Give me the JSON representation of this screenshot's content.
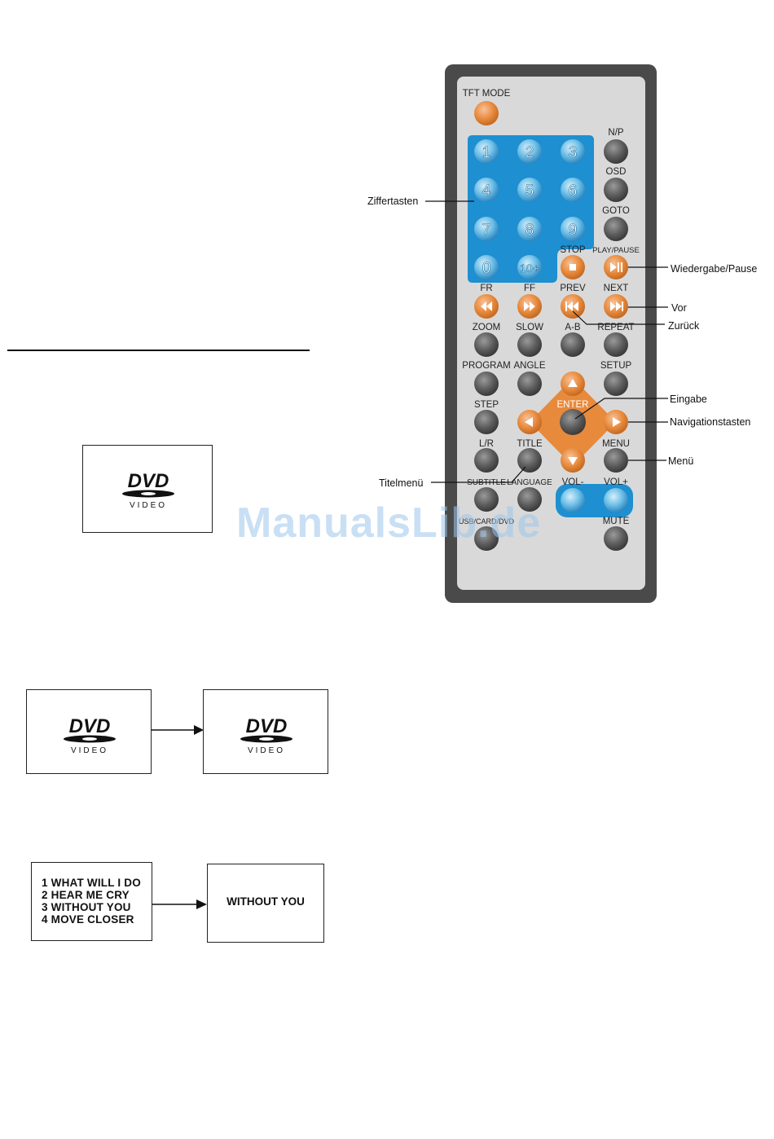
{
  "dvd_logo": {
    "title": "DVD",
    "subtitle": "VIDEO"
  },
  "remote": {
    "labels": {
      "tft_mode": "TFT MODE",
      "np": "N/P",
      "osd": "OSD",
      "goto": "GOTO",
      "stop": "STOP",
      "play_pause": "PLAY/PAUSE",
      "fr": "FR",
      "ff": "FF",
      "prev": "PREV",
      "next": "NEXT",
      "zoom": "ZOOM",
      "slow": "SLOW",
      "ab": "A-B",
      "repeat": "REPEAT",
      "program": "PROGRAM",
      "angle": "ANGLE",
      "setup": "SETUP",
      "step": "STEP",
      "enter": "ENTER",
      "lr": "L/R",
      "title": "TITLE",
      "menu": "MENU",
      "subtitle": "SUBTITLE",
      "language": "LANGUAGE",
      "vol_minus": "VOL-",
      "vol_plus": "VOL+",
      "usb_card": "USB/CARD/DVD",
      "mute": "MUTE"
    },
    "digits": [
      "1",
      "2",
      "3",
      "4",
      "5",
      "6",
      "7",
      "8",
      "9",
      "0",
      "10+"
    ],
    "colors": {
      "body": "#4a4a4a",
      "face": "#d9d9d9",
      "numpad": "#1e8fd0",
      "orange": "#e88a3c",
      "grey_button": "#666666"
    }
  },
  "callouts": {
    "ziffern": "Ziffertasten",
    "wiedergabe": "Wiedergabe/Pause",
    "vor": "Vor",
    "zuruck": "Zurück",
    "eingabe": "Eingabe",
    "navigation": "Navigationstasten",
    "menu": "Menü",
    "titelmenu": "Titelmenü"
  },
  "track_list": {
    "items": [
      "1 WHAT WILL I DO",
      "2 HEAR ME CRY",
      "3 WITHOUT YOU",
      "4 MOVE CLOSER"
    ],
    "selected": "WITHOUT YOU"
  },
  "watermark": "ManualsLib.de"
}
